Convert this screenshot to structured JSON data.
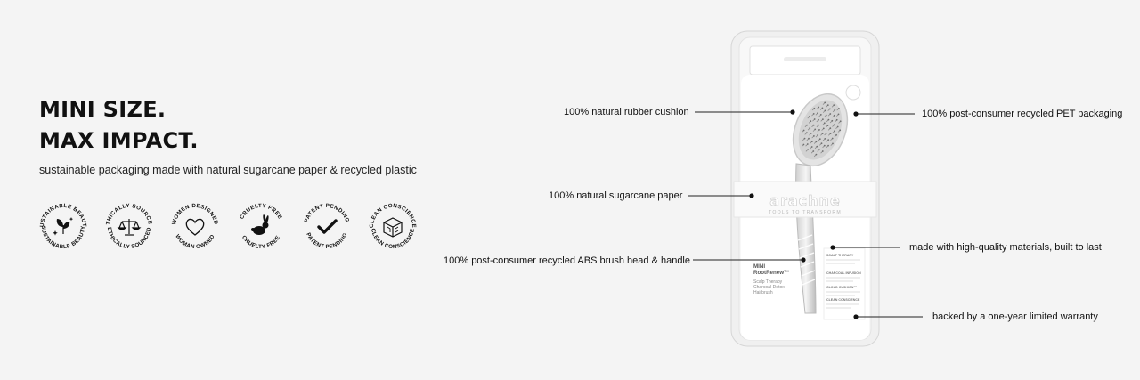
{
  "headline": {
    "line1": "MINI SIZE.",
    "line2": "MAX IMPACT."
  },
  "subline": "sustainable packaging made with natural sugarcane paper & recycled plastic",
  "badges": [
    {
      "top": "SUSTAINABLE BEAUTY",
      "bottom": "SUSTAINABLE BEAUTY",
      "icon": "leaves-sparkle-icon"
    },
    {
      "top": "ETHICALLY SOURCED",
      "bottom": "ETHICALLY SOURCED",
      "icon": "scales-icon"
    },
    {
      "top": "WOMEN DESIGNED",
      "bottom": "WOMAN OWNED",
      "icon": "heart-outline-icon"
    },
    {
      "top": "CRUELTY FREE",
      "bottom": "CRUELTY FREE",
      "icon": "rabbit-icon"
    },
    {
      "top": "PATENT PENDING",
      "bottom": "PATENT PENDING",
      "icon": "checkmark-icon"
    },
    {
      "top": "CLEAN CONSCIENCE",
      "bottom": "CLEAN CONSCIENCE",
      "icon": "cube-icon"
    }
  ],
  "product": {
    "brand": "arachne",
    "tagline": "TOOLS TO TRANSFORM",
    "name_line1": "MINI",
    "name_line2": "RootRenew™",
    "desc": [
      "Scalp Therapy",
      "Charcoal-Detox",
      "Hairbrush"
    ],
    "features": [
      "SCALP THERAPY",
      "CHARCOAL INFUSION",
      "CLOUD CUSHION™",
      "CLEAN CONSCIENCE"
    ]
  },
  "callouts": {
    "rubber": "100% natural rubber cushion",
    "pet": "100% post-consumer recycled PET packaging",
    "sugarcane": "100% natural sugarcane paper",
    "materials": "made with high-quality materials, built to last",
    "abs": "100% post-consumer recycled ABS brush head & handle",
    "warranty": "backed by a one-year limited warranty"
  }
}
